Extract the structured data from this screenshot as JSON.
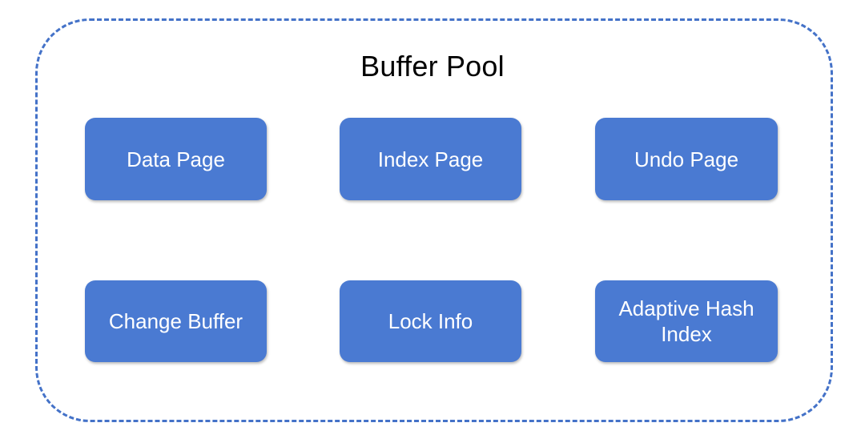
{
  "diagram": {
    "title": "Buffer Pool",
    "container_style": "dashed-rounded-rectangle",
    "colors": {
      "container_border": "#4472c8",
      "node_fill": "#4a7ad2",
      "node_text": "#ffffff",
      "title_text": "#000000",
      "background": "#ffffff"
    },
    "nodes": [
      {
        "id": "data-page",
        "label": "Data Page",
        "row": 1,
        "column": 1
      },
      {
        "id": "index-page",
        "label": "Index Page",
        "row": 1,
        "column": 2
      },
      {
        "id": "undo-page",
        "label": "Undo Page",
        "row": 1,
        "column": 3
      },
      {
        "id": "change-buffer",
        "label": "Change Buffer",
        "row": 2,
        "column": 1
      },
      {
        "id": "lock-info",
        "label": "Lock Info",
        "row": 2,
        "column": 2
      },
      {
        "id": "adaptive-hash-index",
        "label": "Adaptive Hash Index",
        "row": 2,
        "column": 3
      }
    ]
  }
}
